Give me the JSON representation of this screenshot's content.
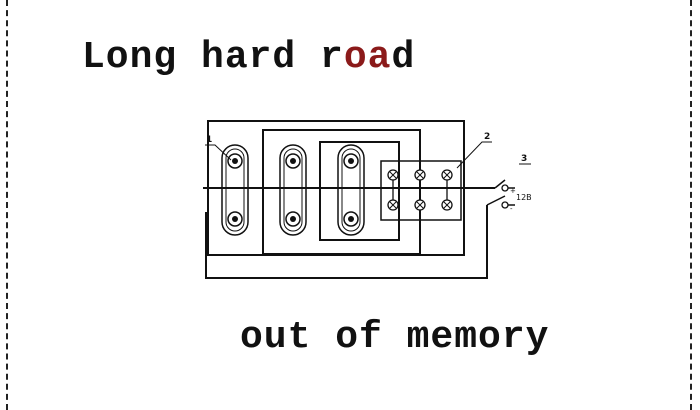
{
  "title": {
    "before": "Long hard r",
    "highlight": "oa",
    "after": "d",
    "highlight_color": "#8b1a1a"
  },
  "subtitle": "out of memory",
  "diagram": {
    "callouts": [
      "1",
      "2",
      "3"
    ],
    "voltage_label": "12В"
  }
}
